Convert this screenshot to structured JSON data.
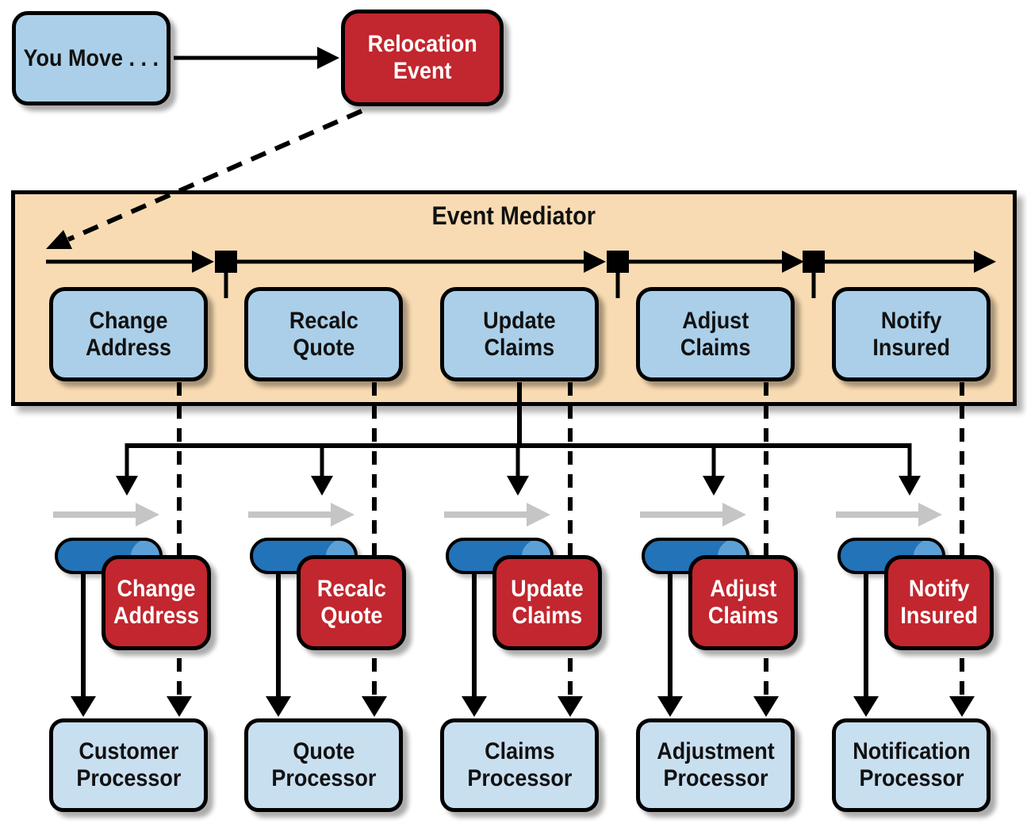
{
  "source_box": {
    "label": "You Move . . ."
  },
  "initiating_event": {
    "label": "Relocation\nEvent"
  },
  "mediator": {
    "title": "Event Mediator",
    "steps": [
      {
        "label": "Change\nAddress"
      },
      {
        "label": "Recalc\nQuote"
      },
      {
        "label": "Update\nClaims"
      },
      {
        "label": "Adjust\nClaims"
      },
      {
        "label": "Notify\nInsured"
      }
    ]
  },
  "processing_events": [
    {
      "label": "Change\nAddress"
    },
    {
      "label": "Recalc\nQuote"
    },
    {
      "label": "Update\nClaims"
    },
    {
      "label": "Adjust\nClaims"
    },
    {
      "label": "Notify\nInsured"
    }
  ],
  "event_processors": [
    {
      "label": "Customer\nProcessor"
    },
    {
      "label": "Quote\nProcessor"
    },
    {
      "label": "Claims\nProcessor"
    },
    {
      "label": "Adjustment\nProcessor"
    },
    {
      "label": "Notification\nProcessor"
    }
  ],
  "icons": {
    "queue": "event-queue-cylinder",
    "connector": "mediator-step-connector-square",
    "flow": "gray-flow-arrow"
  },
  "colors": {
    "box_blue": "#abcfe8",
    "processor_blue": "#c8dff0",
    "event_red": "#c2262e",
    "mediator_tan": "#f8dbb2",
    "cylinder_body_blue": "#2273b8",
    "cylinder_cap_blue": "#5ba1d8",
    "flow_gray": "#c5c5c5",
    "line_black": "#000000",
    "text_light": "#ffffff"
  }
}
